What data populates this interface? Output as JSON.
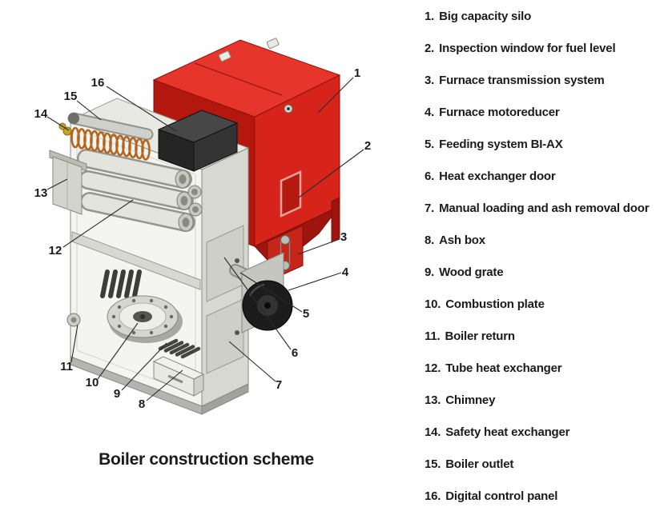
{
  "title": "Boiler construction scheme",
  "legend": {
    "items": [
      {
        "number": "1.",
        "label": "Big capacity silo"
      },
      {
        "number": "2.",
        "label": "Inspection window for fuel level"
      },
      {
        "number": "3.",
        "label": "Furnace transmission system"
      },
      {
        "number": "4.",
        "label": "Furnace motoreducer"
      },
      {
        "number": "5.",
        "label": "Feeding system BI-AX"
      },
      {
        "number": "6.",
        "label": "Heat exchanger door"
      },
      {
        "number": "7.",
        "label": "Manual loading and ash removal door"
      },
      {
        "number": "8.",
        "label": "Ash box"
      },
      {
        "number": "9.",
        "label": "Wood grate"
      },
      {
        "number": "10.",
        "label": "Combustion plate"
      },
      {
        "number": "11.",
        "label": "Boiler return"
      },
      {
        "number": "12.",
        "label": "Tube heat exchanger"
      },
      {
        "number": "13.",
        "label": "Chimney"
      },
      {
        "number": "14.",
        "label": "Safety heat exchanger"
      },
      {
        "number": "15.",
        "label": "Boiler outlet"
      },
      {
        "number": "16.",
        "label": "Digital control panel"
      }
    ]
  },
  "diagram": {
    "callouts": [
      {
        "number": "1"
      },
      {
        "number": "2"
      },
      {
        "number": "3"
      },
      {
        "number": "4"
      },
      {
        "number": "5"
      },
      {
        "number": "6"
      },
      {
        "number": "7"
      },
      {
        "number": "8"
      },
      {
        "number": "9"
      },
      {
        "number": "10"
      },
      {
        "number": "11"
      },
      {
        "number": "12"
      },
      {
        "number": "13"
      },
      {
        "number": "14"
      },
      {
        "number": "15"
      },
      {
        "number": "16"
      }
    ],
    "colors": {
      "silo_red": "#d6241a",
      "silo_red_dark": "#b3170e",
      "silo_red_top": "#e6352a",
      "copper": "#b5651d",
      "panel_dark": "#333333",
      "fan_black": "#1c1c1c",
      "steel_light": "#f4f4f0",
      "steel_mid": "#d8d8d3",
      "text": "#1b1b1b"
    }
  }
}
